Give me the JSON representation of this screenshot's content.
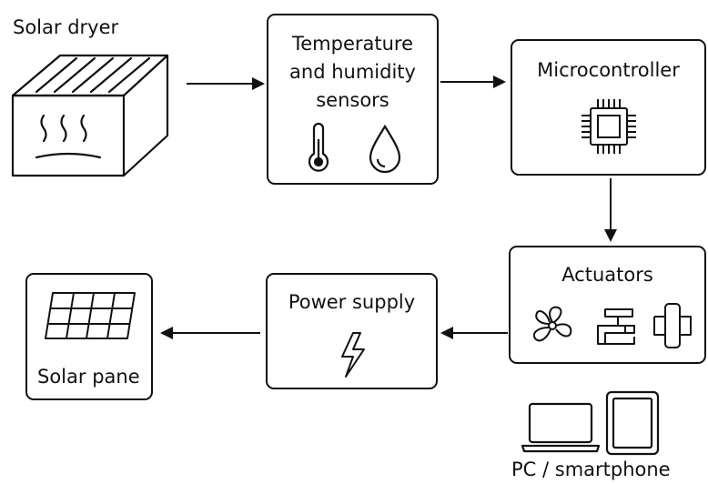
{
  "title_label": "Solar dryer",
  "nodes": {
    "sensors": {
      "line1": "Temperature",
      "line2": "and humidity",
      "line3": "sensors"
    },
    "microcontroller": {
      "label": "Microcontroller"
    },
    "actuators": {
      "label": "Actuators"
    },
    "power_supply": {
      "label": "Power supply"
    },
    "solar_panel": {
      "label": "Solar pane"
    },
    "pc_smartphone": {
      "label": "PC / smartphone"
    }
  },
  "icons": [
    "solar-dryer-icon",
    "thermometer-icon",
    "water-drop-icon",
    "chip-icon",
    "fan-icon",
    "valve-icon",
    "heater-icon",
    "lightning-icon",
    "solar-panel-icon",
    "laptop-icon",
    "tablet-icon"
  ],
  "colors": {
    "stroke": "#111111",
    "background": "#ffffff"
  }
}
